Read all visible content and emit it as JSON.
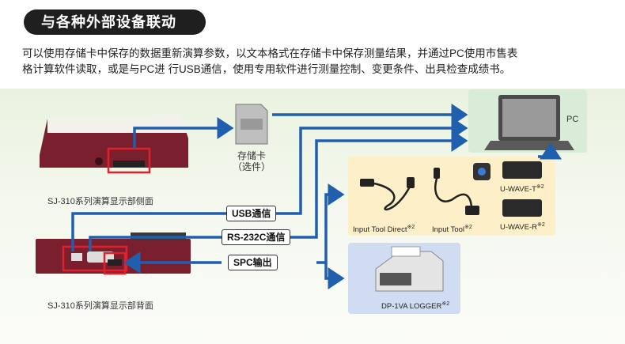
{
  "header": {
    "title": "与各种外部设备联动"
  },
  "description": {
    "line1": "可以使用存储卡中保存的数据重新演算参数，以文本格式在存储卡中保存测量结果，并通过PC使用市售表",
    "line2": "格计算软件读取，或是与PC进 行USB通信，使用专用软件进行测量控制、变更条件、出具检查成绩书。"
  },
  "devices": {
    "side_view_label": "SJ-310系列演算显示部侧面",
    "back_view_label": "SJ-310系列演算显示部背面",
    "sd_card_line1": "存储卡",
    "sd_card_line2": "（选件）",
    "pc_label": "PC"
  },
  "connections": {
    "usb": "USB通信",
    "rs232c": "RS-232C通信",
    "spc": "SPC输出"
  },
  "accessories": {
    "input_tool_direct": "Input Tool Direct",
    "input_tool": "Input Tool",
    "uwave_t": "U-WAVE-T",
    "uwave_r": "U-WAVE-R",
    "logger": "DP-1VA LOGGER",
    "note_mark": "※2"
  },
  "colors": {
    "arrow": "#1f5fad",
    "device_body": "#7a1f2e",
    "highlight": "#e0202a",
    "accessory_box": "#fdf0c8",
    "logger_box": "#cfdcf2",
    "pc_box": "#d8ecd8"
  }
}
